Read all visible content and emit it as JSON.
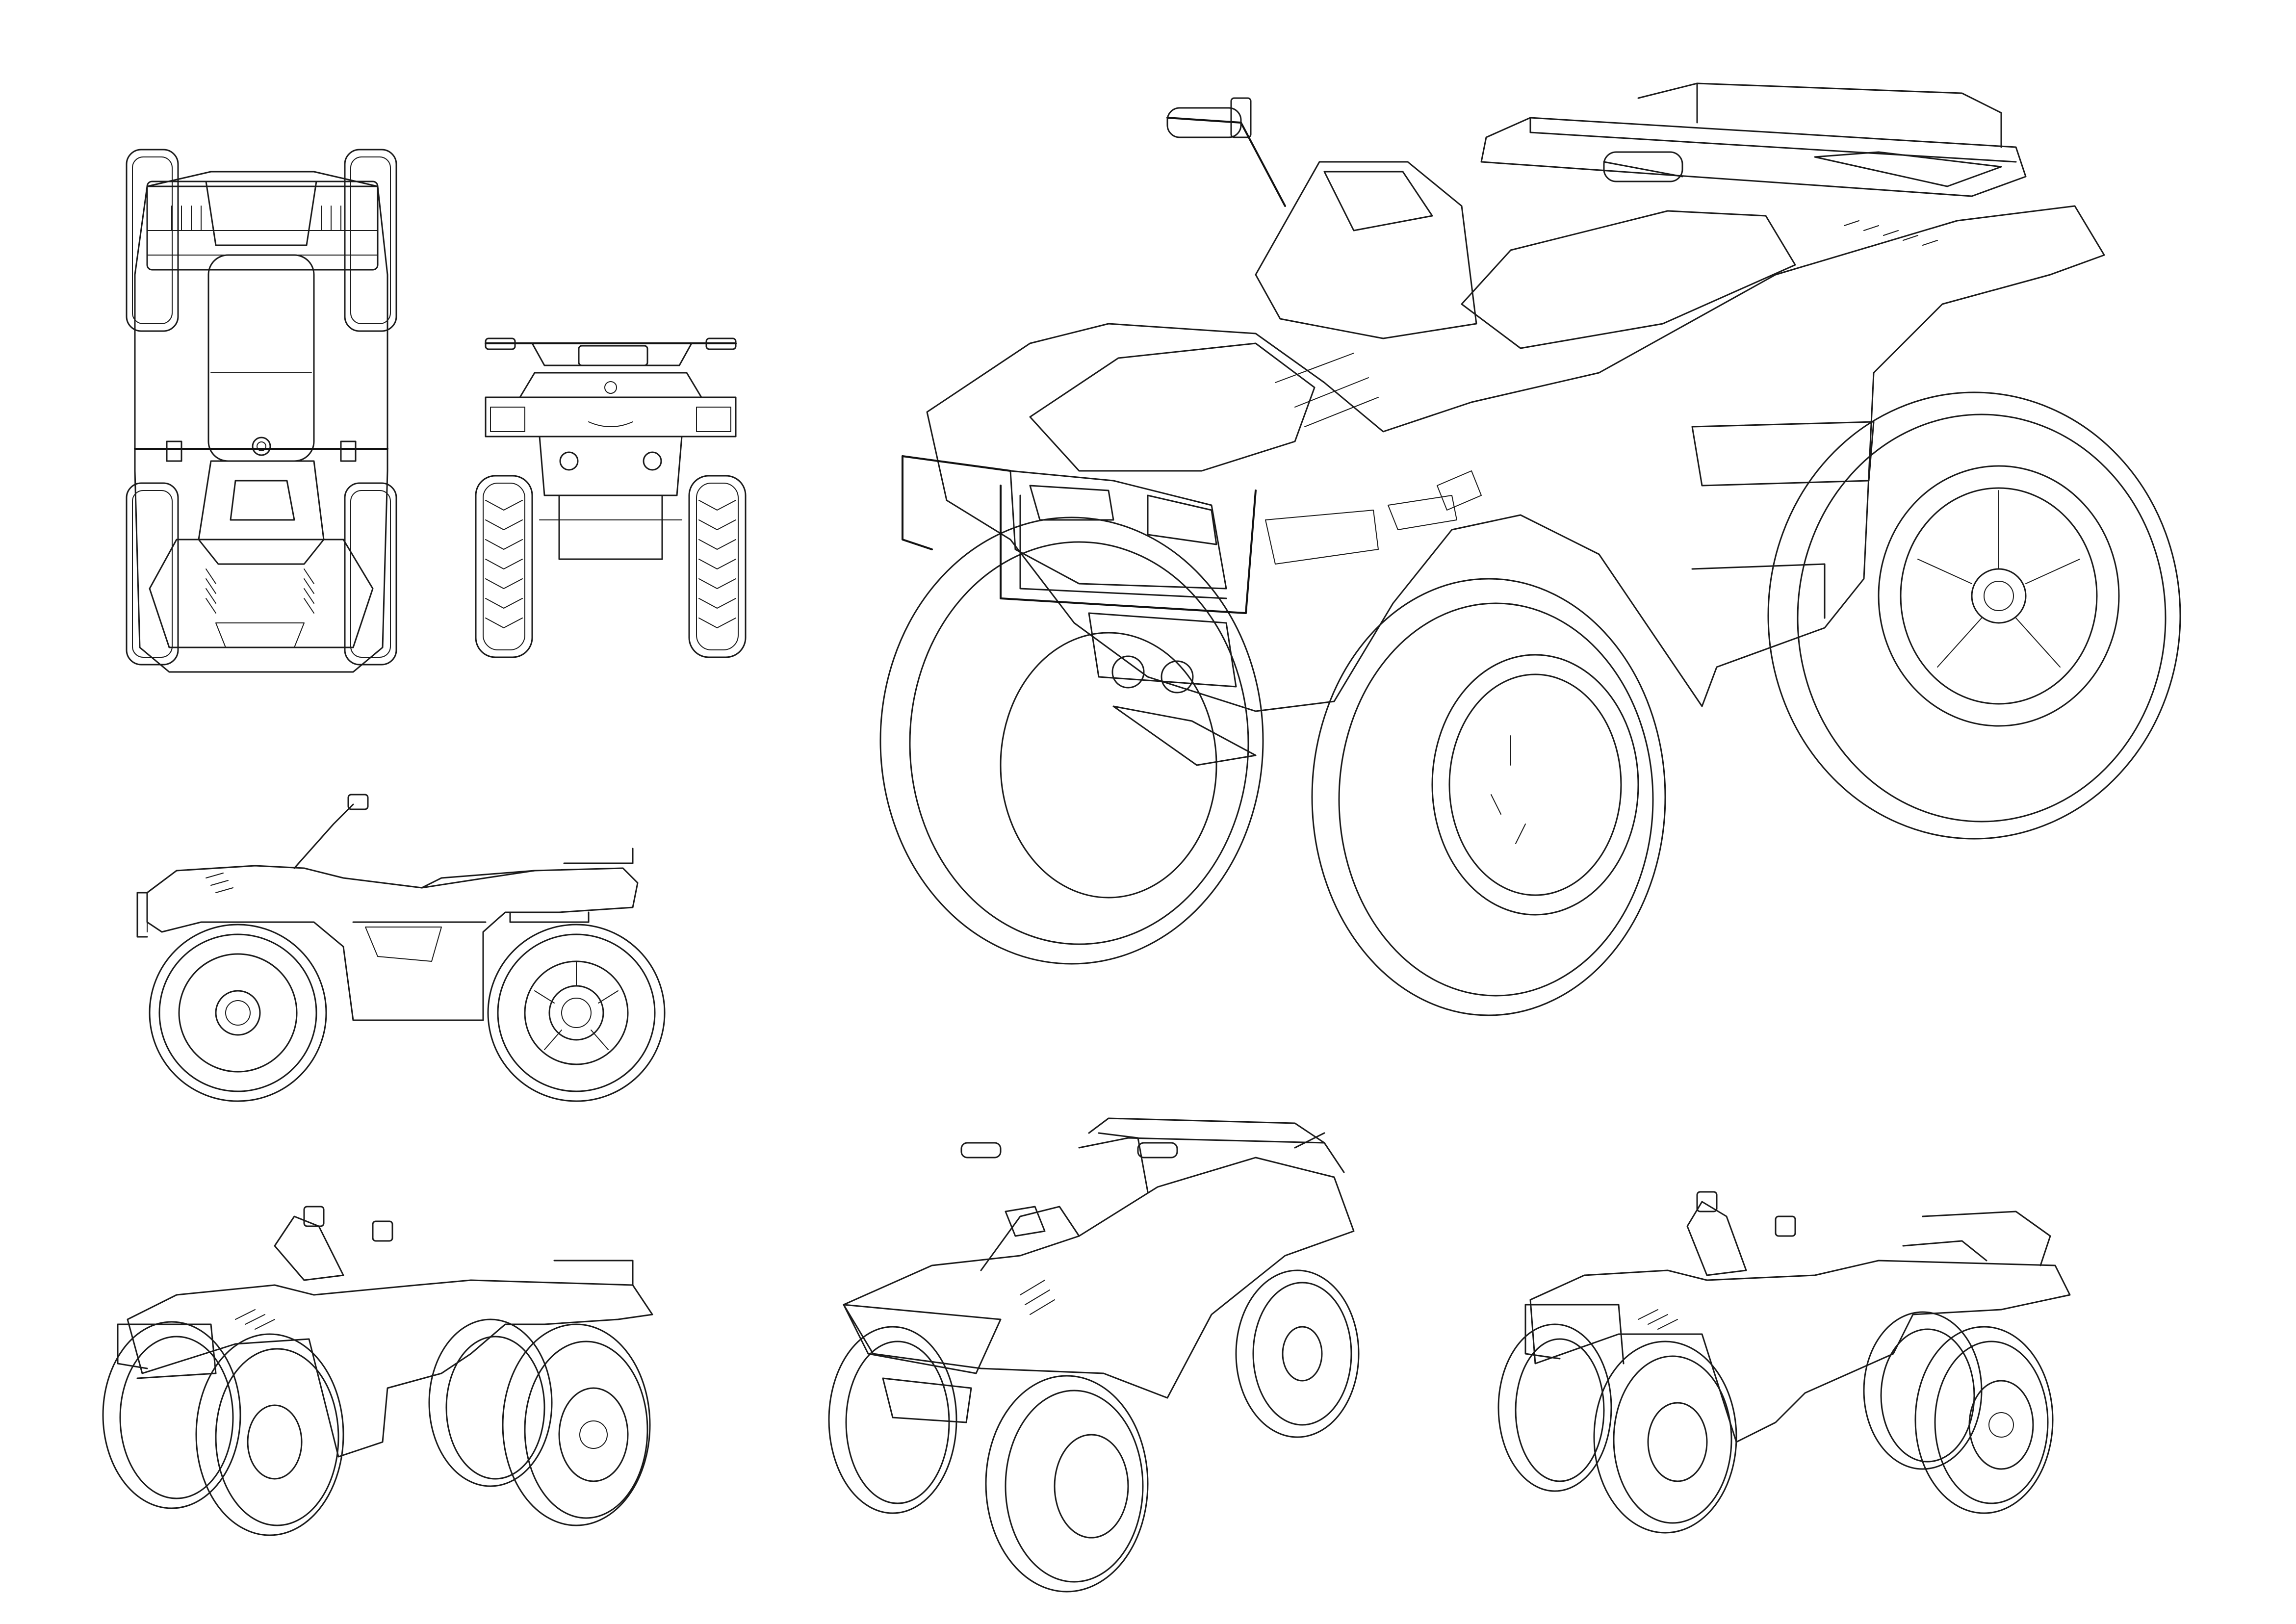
{
  "sheet": {
    "background": "#ffffff",
    "line_color": "#1a1a1a",
    "views": [
      {
        "id": "top",
        "kind": "top-orthographic"
      },
      {
        "id": "front",
        "kind": "front-orthographic"
      },
      {
        "id": "side",
        "kind": "side-orthographic"
      },
      {
        "id": "main",
        "kind": "three-quarter-front-perspective"
      },
      {
        "id": "bl",
        "kind": "three-quarter-front-left"
      },
      {
        "id": "bm",
        "kind": "three-quarter-front-high"
      },
      {
        "id": "br",
        "kind": "three-quarter-front-left-alt"
      }
    ]
  }
}
